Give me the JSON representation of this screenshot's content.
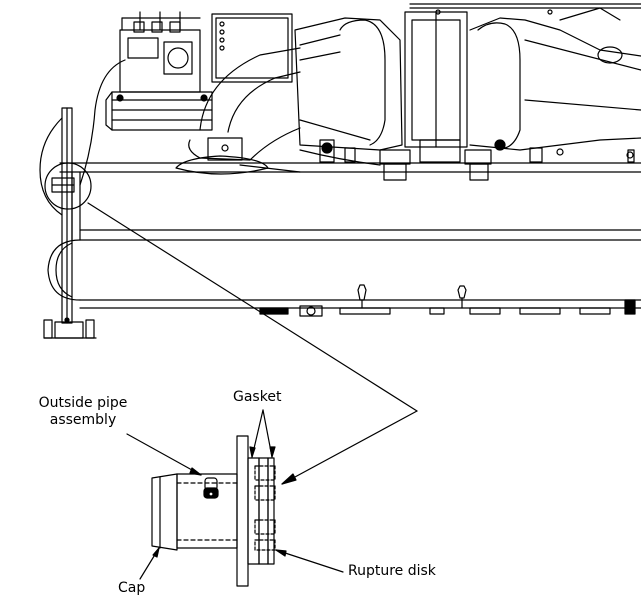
{
  "labels": {
    "outside_pipe_line1": "Outside pipe",
    "outside_pipe_line2": "assembly",
    "gasket": "Gasket",
    "rupture_disk": "Rupture disk",
    "cap": "Cap"
  },
  "colors": {
    "line": "#000000",
    "background": "#ffffff"
  }
}
